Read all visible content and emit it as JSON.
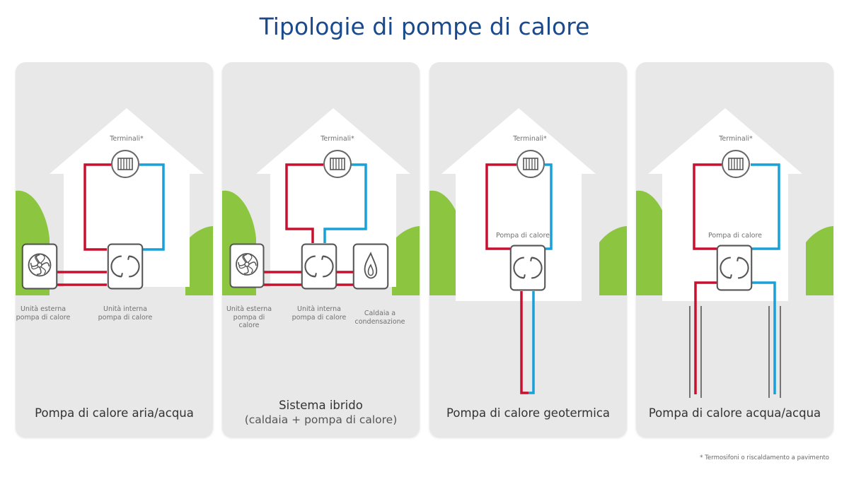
{
  "title": "Tipologie di pompe di calore",
  "panels": [
    {
      "terminal_label": "Terminali*",
      "labels": [
        "Unità esterna pompa di calore",
        "Unità interna pompa di calore"
      ],
      "caption": "Pompa di calore aria/acqua"
    },
    {
      "terminal_label": "Terminali*",
      "labels": [
        "Unità esterna pompa di calore",
        "Unità interna pompa di calore",
        "Caldaia a condensazione"
      ],
      "caption": "Sistema ibrido",
      "caption_sub": "(caldaia + pompa di calore)"
    },
    {
      "terminal_label": "Terminali*",
      "pump_label": "Pompa di calore",
      "caption": "Pompa di calore geotermica"
    },
    {
      "terminal_label": "Terminali*",
      "pump_label": "Pompa di calore",
      "caption": "Pompa di calore acqua/acqua"
    }
  ],
  "footnote": "* Termosifoni o riscaldamento a pavimento",
  "colors": {
    "hot": "#c8102e",
    "cold": "#18a0d8",
    "grass": "#8cc540",
    "title": "#1b4a8c"
  }
}
